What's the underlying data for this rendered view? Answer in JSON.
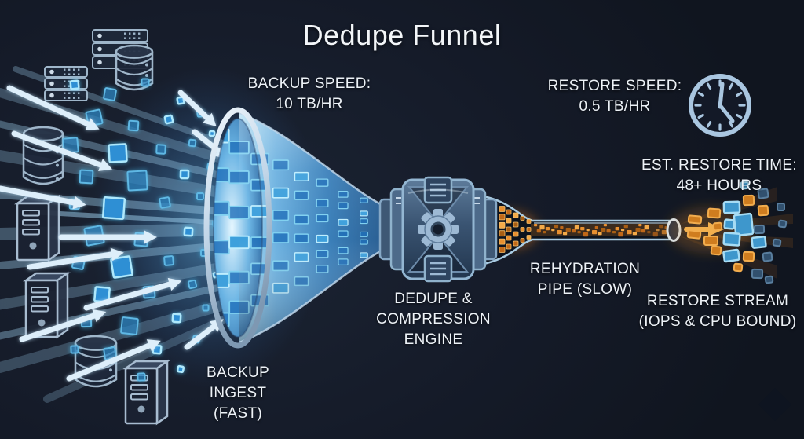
{
  "title": "Dedupe Funnel",
  "labels": {
    "backup_speed": [
      "BACKUP SPEED:",
      "10 TB/HR"
    ],
    "restore_speed": [
      "RESTORE SPEED:",
      "0.5 TB/HR"
    ],
    "est_restore_time": [
      "EST. RESTORE TIME:",
      "48+ HOURS"
    ],
    "backup_ingest": [
      "BACKUP",
      "INGEST",
      "(FAST)"
    ],
    "dedupe_engine": [
      "DEDUPE &",
      "COMPRESSION",
      "ENGINE"
    ],
    "rehydration_pipe": [
      "REHYDRATION",
      "PIPE (SLOW)"
    ],
    "restore_stream": [
      "RESTORE STREAM",
      "(IOPS & CPU BOUND)"
    ]
  },
  "icons": {
    "clock": "clock-icon",
    "server_rack": "server-rack-icon",
    "server_tower": "server-tower-icon",
    "database": "database-cylinder-icon",
    "funnel": "funnel-icon",
    "gear": "gear-icon",
    "arrow": "flow-arrow-icon"
  },
  "colors": {
    "background": "#151b29",
    "text": "#edf2f7",
    "ingest_blue": "#2f8fd4",
    "ingest_cyan": "#8fe0f8",
    "funnel_rim": "#dce9f4",
    "engine_steel": "#8fb2cc",
    "restore_orange": "#e08a28",
    "clock_blue": "#a9c6e0"
  }
}
